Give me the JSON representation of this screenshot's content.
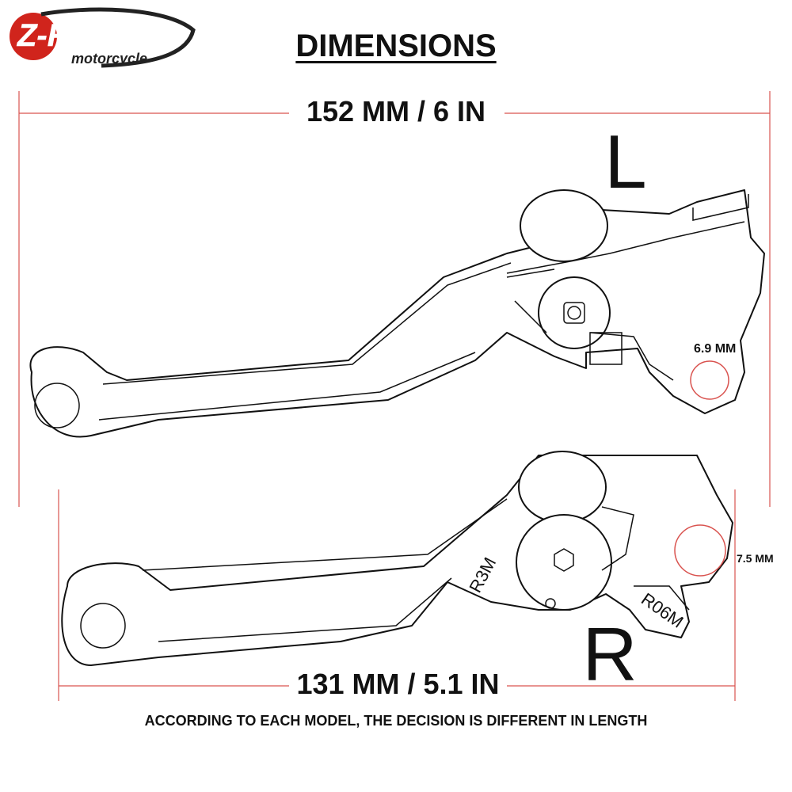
{
  "logo": {
    "brand": "Z-RIHE",
    "tagline": "motorcycle"
  },
  "title": "DIMENSIONS",
  "dimensions": {
    "top_length": "152 MM / 6 IN",
    "bottom_length": "131 MM / 5.1 IN",
    "hole_left": "6.9 MM",
    "hole_right": "7.5 MM"
  },
  "labels": {
    "left": "L",
    "right": "R"
  },
  "engravings": {
    "part_a": "R3M",
    "part_b": "R06M"
  },
  "footer": "ACCORDING TO EACH MODEL, THE DECISION IS DIFFERENT IN LENGTH",
  "colors": {
    "dimension_line": "#d9534f",
    "logo_red": "#d0241c",
    "ink": "#111111"
  }
}
